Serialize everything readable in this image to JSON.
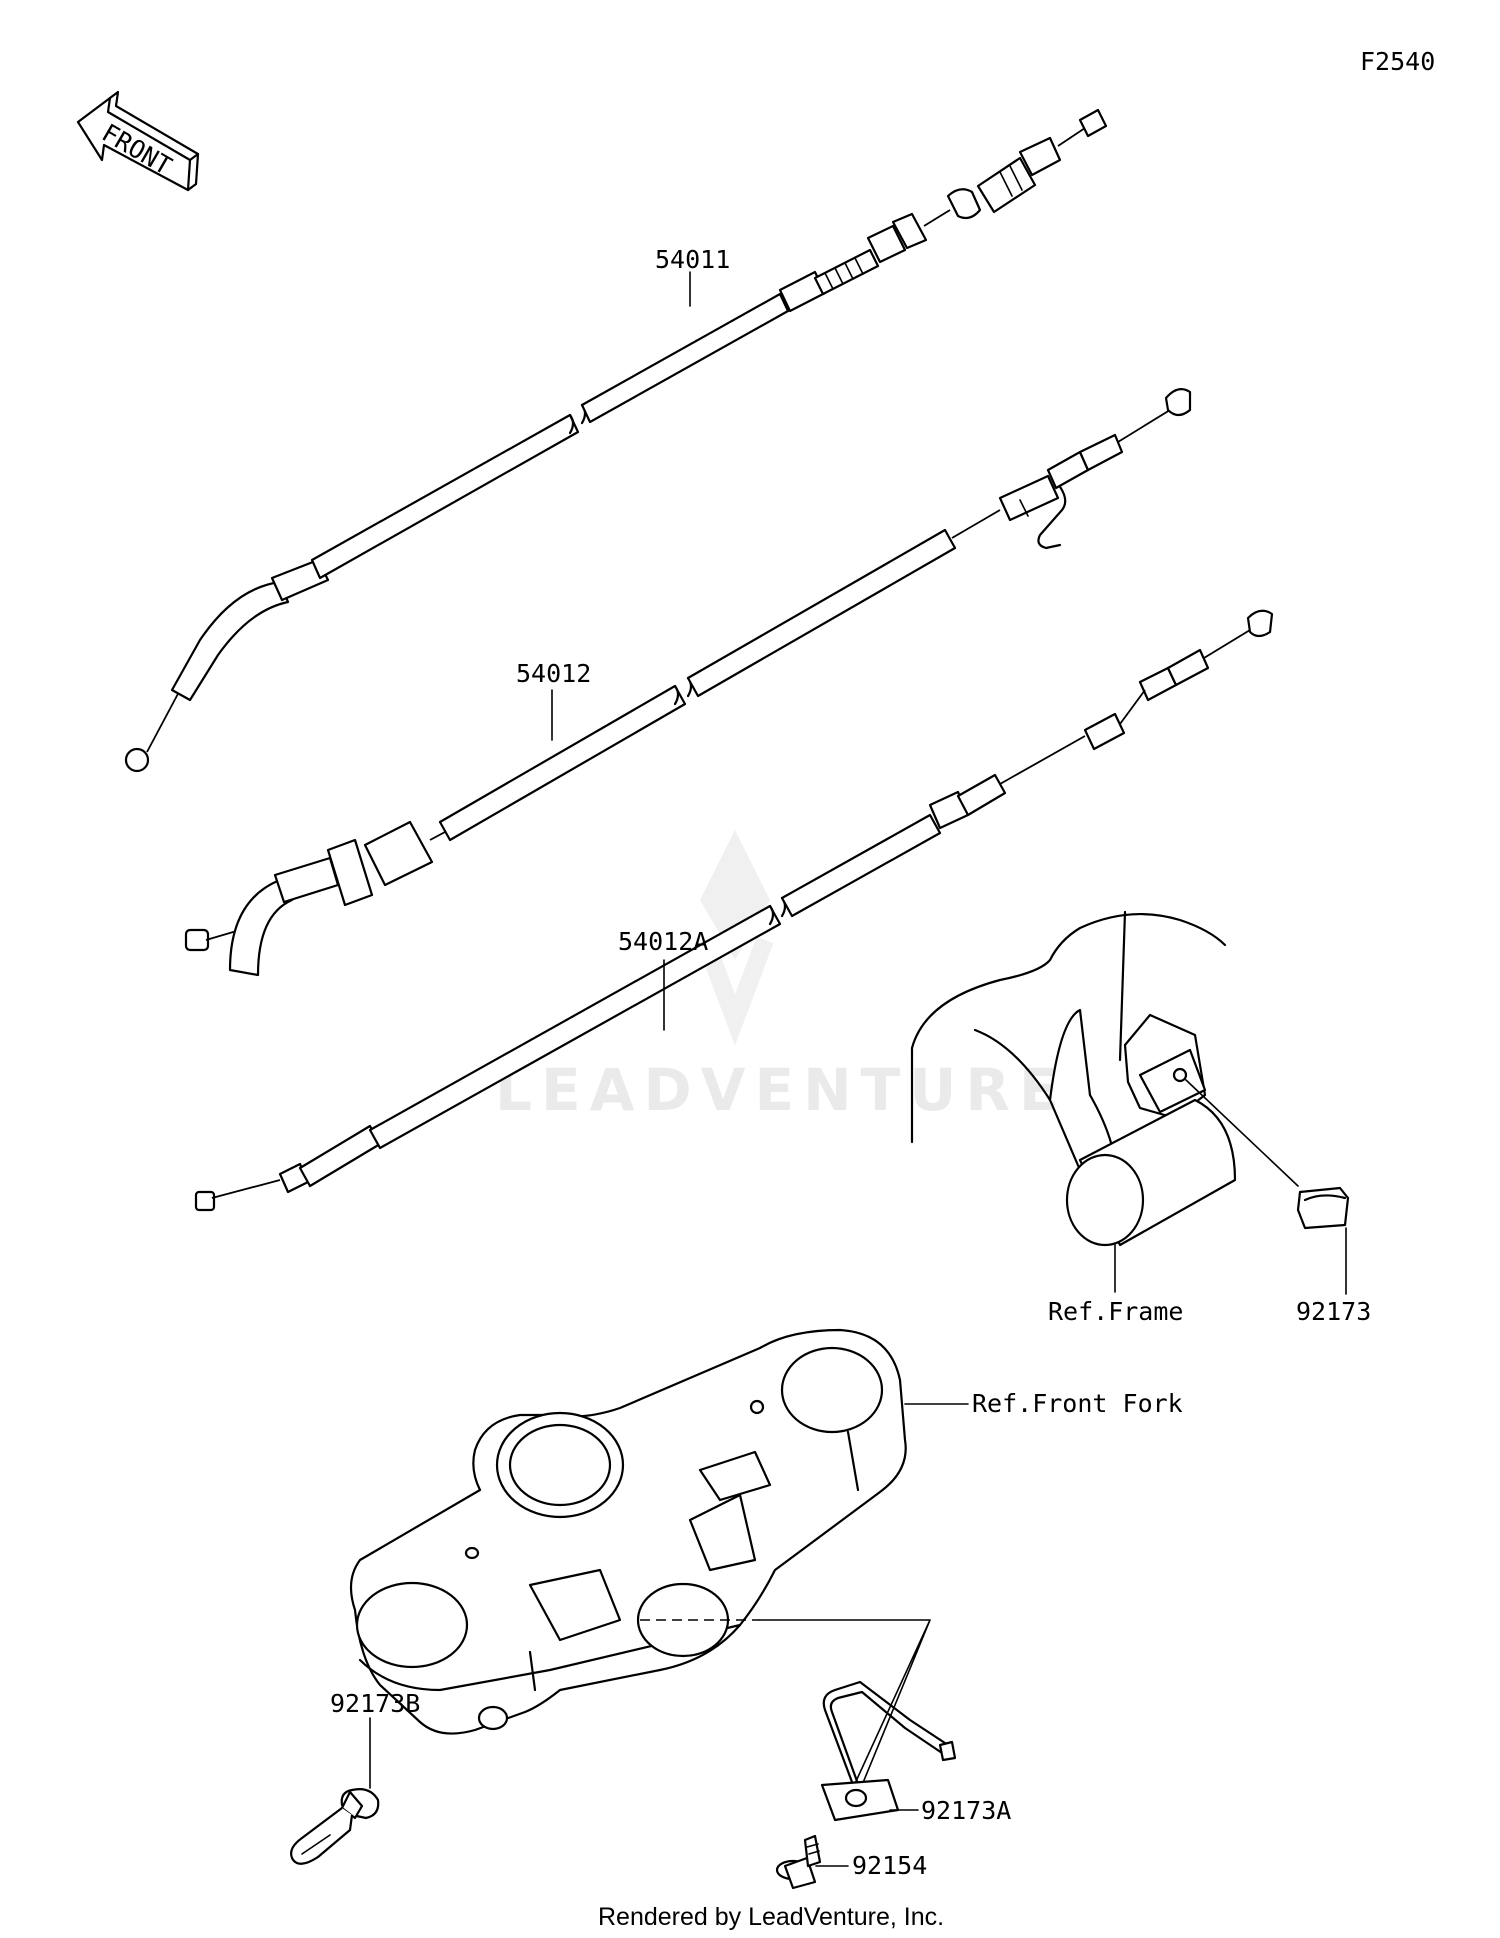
{
  "diagram_code": "F2540",
  "front_arrow_label": "FRONT",
  "watermark": "LEADVENTURE",
  "footer": "Rendered by LeadVenture, Inc.",
  "callouts": {
    "cable_54011": "54011",
    "cable_54012": "54012",
    "cable_54012a": "54012A",
    "ref_frame": "Ref.Frame",
    "clamp_92173": "92173",
    "ref_front_fork": "Ref.Front Fork",
    "clamp_92173b": "92173B",
    "clamp_92173a": "92173A",
    "bolt_92154": "92154"
  }
}
